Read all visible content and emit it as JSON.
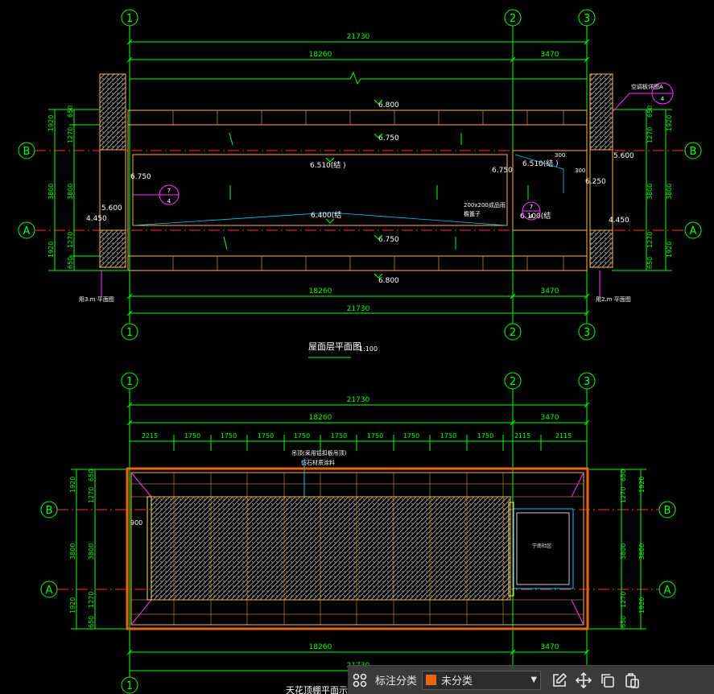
{
  "colors": {
    "background": "#000000",
    "dimension": "#00ff00",
    "grid_axis": "#ff3030",
    "wall": "#ffb347",
    "elevation": "#ffffff",
    "hatch": "#9a9a9a",
    "cyan": "#00c8ff",
    "magenta": "#ff33ff",
    "toolbar_bg": "#3b3b3b",
    "category_swatch": "#e8660f"
  },
  "plan_top": {
    "axis_labels": [
      "1",
      "2",
      "3"
    ],
    "row_labels": [
      "B",
      "A"
    ],
    "dim_total": "21730",
    "dim_left": "18260",
    "dim_right": "3470",
    "elevations": [
      "6.800",
      "6.750",
      "6.510(结\n)",
      "6.750",
      "6.510(结\n)",
      "5.600",
      "6.250",
      "6.750",
      "6.400(结",
      "6.100(结",
      "5.600",
      "4.450",
      "4.450",
      "6.750",
      "6.800"
    ],
    "note_drain": "200x200成品雨\n檐篦子",
    "side_dims_left": [
      "650",
      "1270",
      "1920",
      "3800",
      "3800",
      "1920",
      "1270",
      "650"
    ],
    "section_ref": "7\n4",
    "callout_top_right": "空调板详图A\n4",
    "small_300a": "300",
    "small_300b": "300",
    "label_left_bottom": "用3.m 平面图",
    "label_right_bottom": "用2.m 平面图",
    "title": "屋面层平面图",
    "scale": "1:100"
  },
  "plan_bottom": {
    "axis_labels": [
      "1",
      "2",
      "3"
    ],
    "row_labels": [
      "B",
      "A"
    ],
    "dim_total": "21730",
    "dim_left": "18260",
    "dim_right": "3470",
    "grid_dims": [
      "2215",
      "1750",
      "1750",
      "1750",
      "1750",
      "1750",
      "1750",
      "1750",
      "1750",
      "1750",
      "2115"
    ],
    "note_line1": "吊顶(采用铝扣板吊顶)",
    "note_line2": "仿石材质涂料",
    "dim_900": "900",
    "room_label": "宁南社区",
    "side_dims": [
      "650",
      "1270",
      "1920",
      "3800",
      "3800",
      "1920",
      "1270",
      "650"
    ],
    "bottom_dim_left": "18260",
    "bottom_dim_right": "3470",
    "bottom_total": "21730",
    "title": "天花顶棚平面示意图"
  },
  "toolbar": {
    "label": "标注分类",
    "selected": "未分类",
    "icons": [
      "grid-apps-icon",
      "edit-icon",
      "move-icon",
      "copy-icon",
      "paste-icon"
    ]
  }
}
